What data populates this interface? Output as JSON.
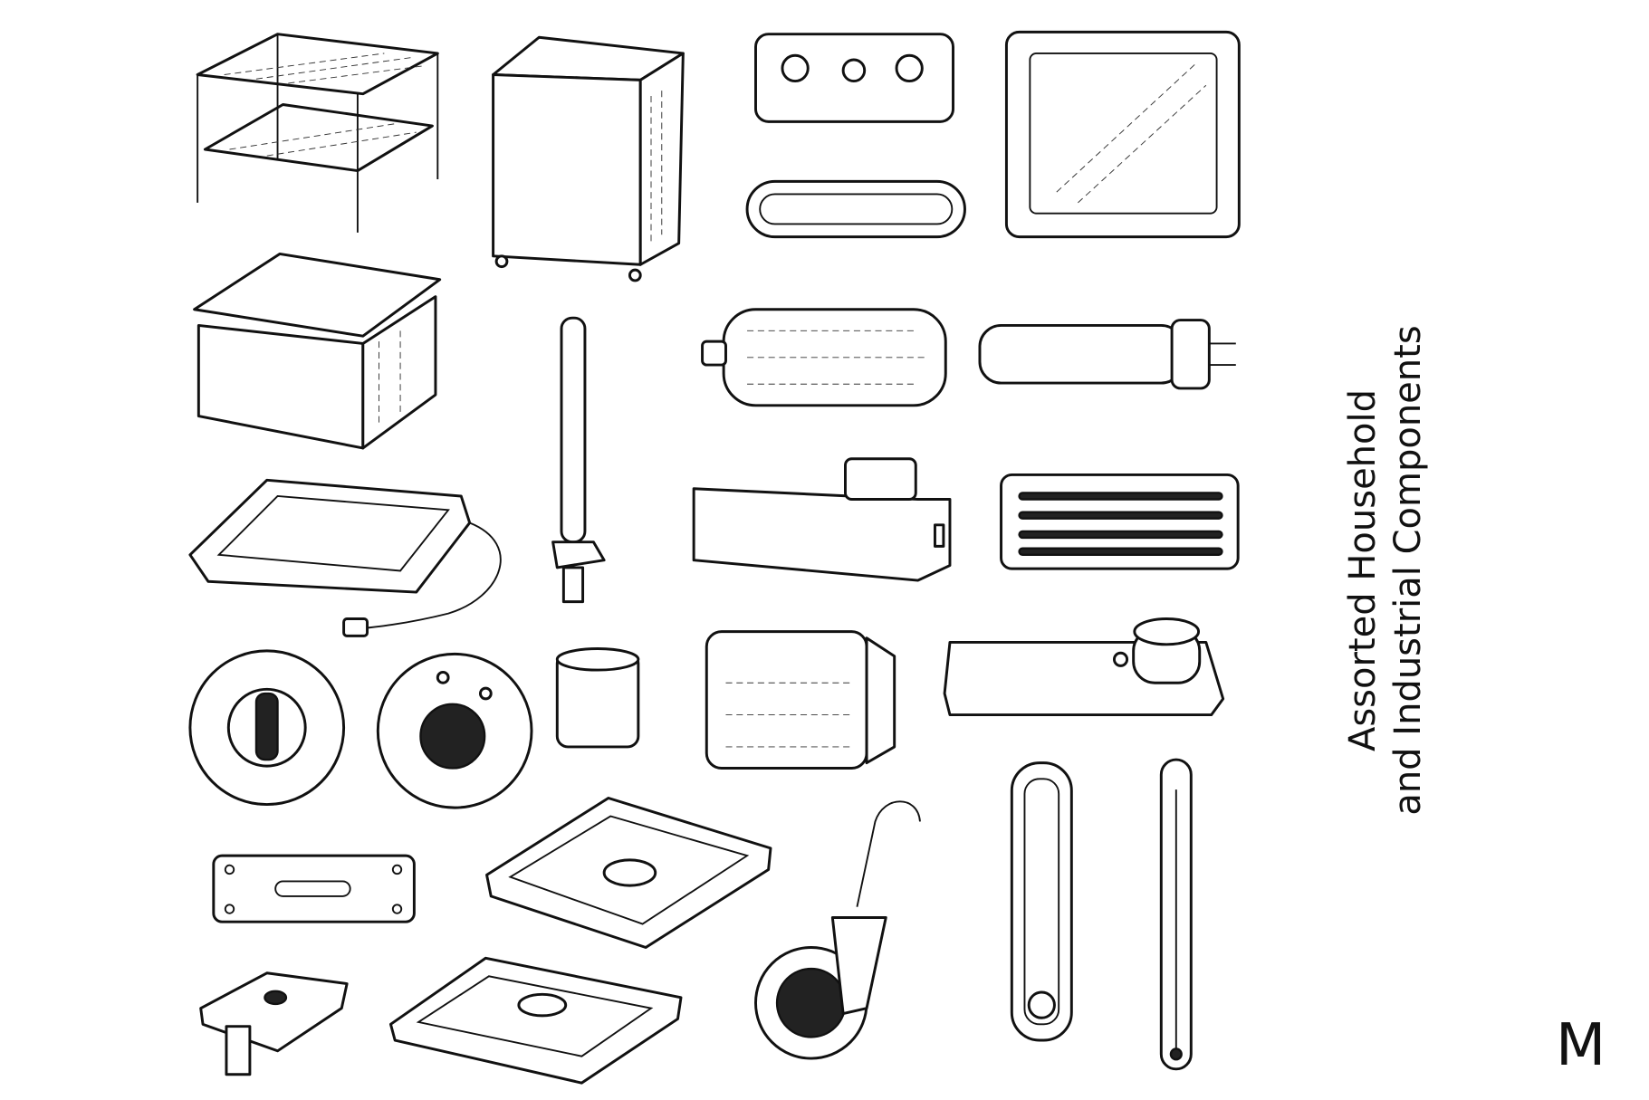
{
  "title": {
    "line1": "Assorted Household",
    "line2": "and Industrial Components"
  },
  "mark": "M",
  "items": [
    "shelf-stand",
    "cabinet",
    "button-plate",
    "mirror",
    "oval-handle",
    "storage-box",
    "pipe-rod",
    "cylinder-canister",
    "fluorescent-tube",
    "heating-pad",
    "switch-block",
    "vent-grille",
    "dial-knob",
    "burner-dial",
    "small-cup",
    "wallet-case",
    "lamp-base",
    "nameplate",
    "tray",
    "caster-wheel",
    "level-gauge",
    "thermometer",
    "drawer-knob",
    "flat-tray"
  ],
  "colors": {
    "ink": "#111111",
    "paper": "#ffffff"
  }
}
